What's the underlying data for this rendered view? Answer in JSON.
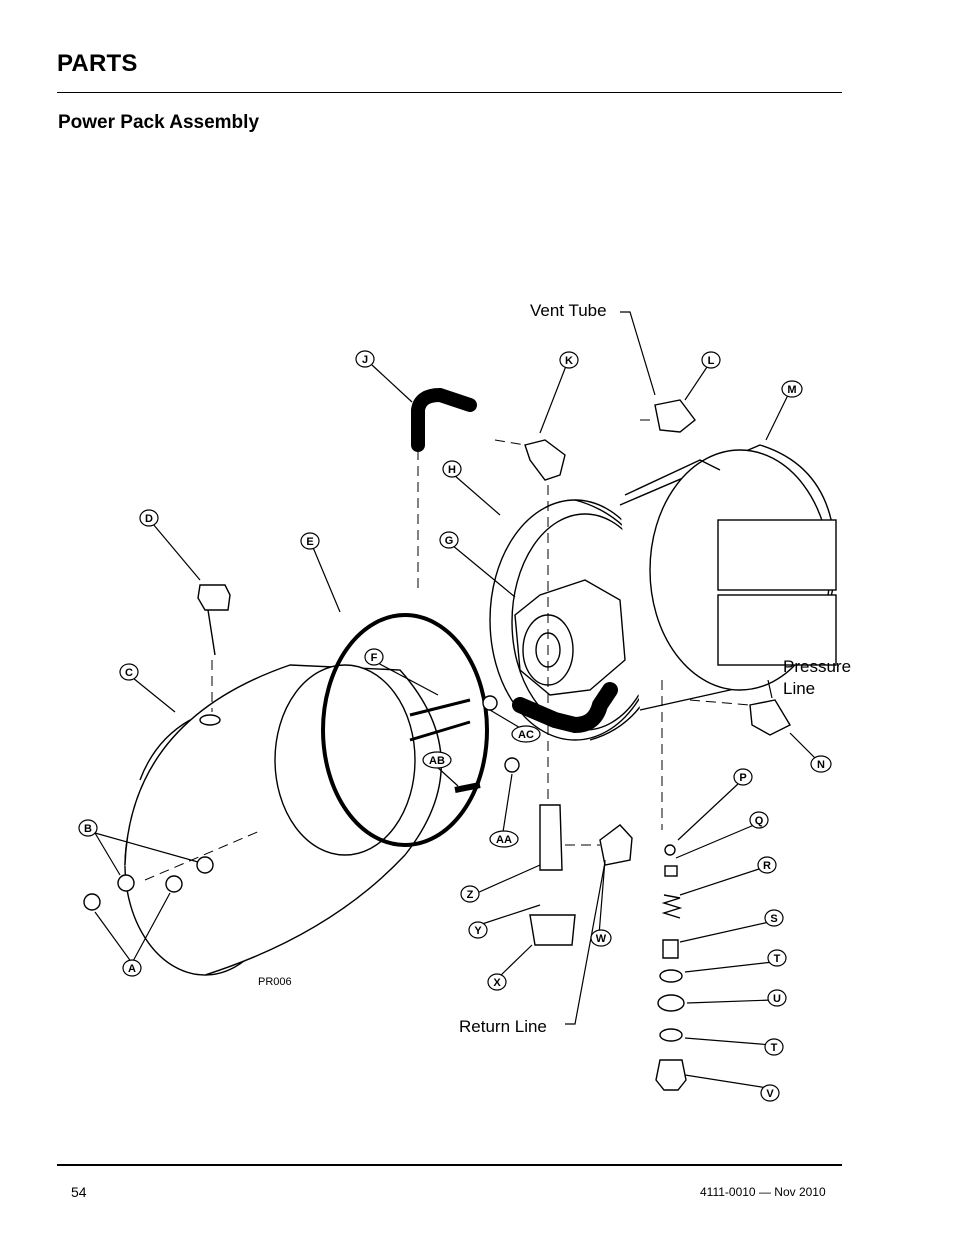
{
  "header": {
    "section_title": "PARTS",
    "subtitle": "Power Pack Assembly"
  },
  "diagram": {
    "figure_code": "PR006",
    "callouts": {
      "vent_tube": "Vent Tube",
      "pressure_line_1": "Pressure",
      "pressure_line_2": "Line",
      "return_line": "Return Line"
    },
    "labels": {
      "A": "A",
      "B": "B",
      "C": "C",
      "D": "D",
      "E": "E",
      "F": "F",
      "G": "G",
      "H": "H",
      "J": "J",
      "K": "K",
      "L": "L",
      "M": "M",
      "N": "N",
      "P": "P",
      "Q": "Q",
      "R": "R",
      "S": "S",
      "T1": "T",
      "T2": "T",
      "U": "U",
      "V": "V",
      "W": "W",
      "X": "X",
      "Y": "Y",
      "Z": "Z",
      "AA": "AA",
      "AB": "AB",
      "AC": "AC"
    }
  },
  "footer": {
    "page_number": "54",
    "doc_id": "4111-0010 — Nov 2010"
  }
}
